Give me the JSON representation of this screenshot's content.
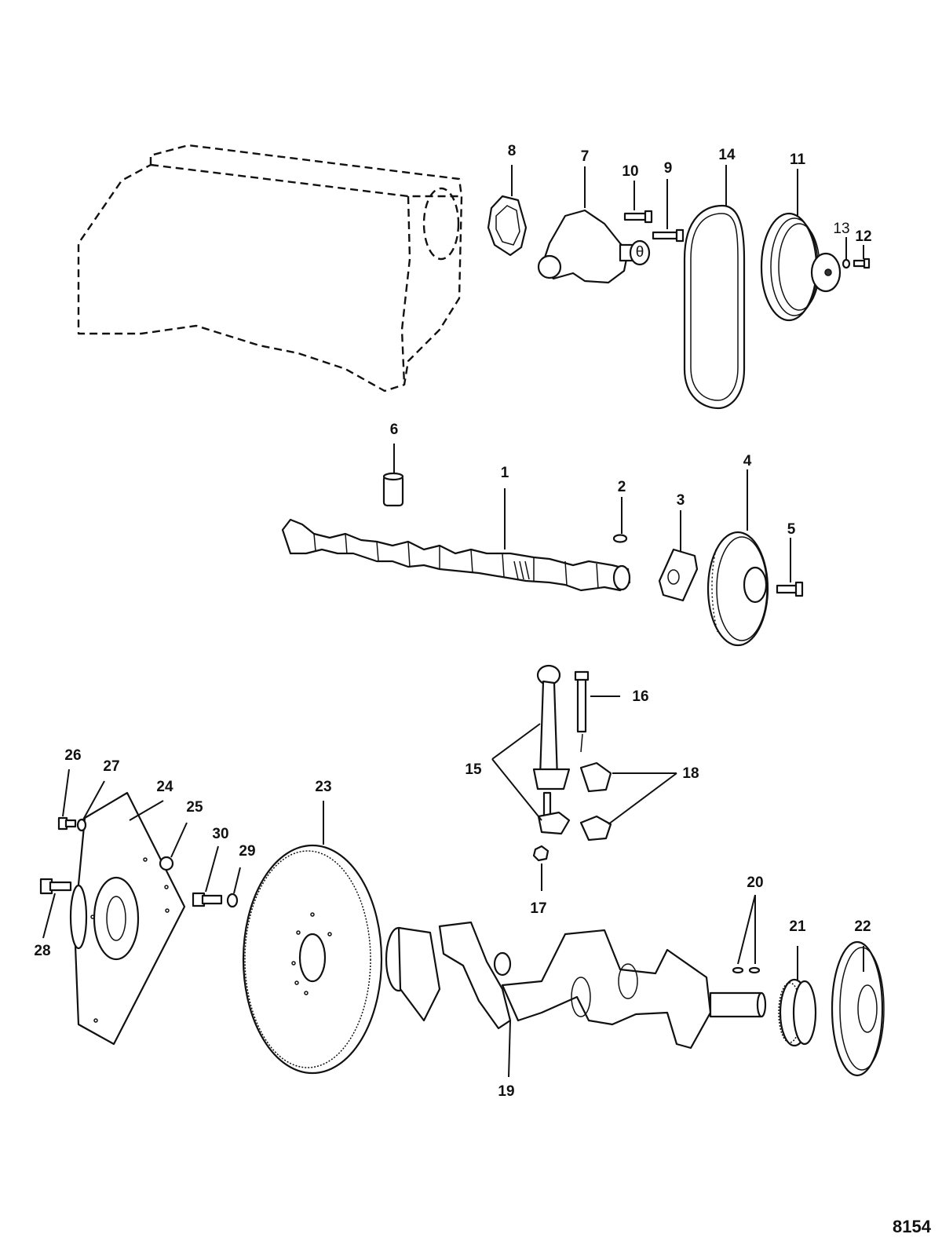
{
  "drawing_number": "8154",
  "callouts": [
    {
      "id": "1",
      "label": "1"
    },
    {
      "id": "2",
      "label": "2"
    },
    {
      "id": "3",
      "label": "3"
    },
    {
      "id": "4",
      "label": "4"
    },
    {
      "id": "5",
      "label": "5"
    },
    {
      "id": "6",
      "label": "6"
    },
    {
      "id": "7",
      "label": "7"
    },
    {
      "id": "8",
      "label": "8"
    },
    {
      "id": "9",
      "label": "9"
    },
    {
      "id": "10",
      "label": "10"
    },
    {
      "id": "11",
      "label": "11"
    },
    {
      "id": "12",
      "label": "12"
    },
    {
      "id": "13",
      "label": "13"
    },
    {
      "id": "14",
      "label": "14"
    },
    {
      "id": "15",
      "label": "15"
    },
    {
      "id": "16",
      "label": "16"
    },
    {
      "id": "17",
      "label": "17"
    },
    {
      "id": "18",
      "label": "18"
    },
    {
      "id": "19",
      "label": "19"
    },
    {
      "id": "20",
      "label": "20"
    },
    {
      "id": "21",
      "label": "21"
    },
    {
      "id": "22",
      "label": "22"
    },
    {
      "id": "23",
      "label": "23"
    },
    {
      "id": "24",
      "label": "24"
    },
    {
      "id": "25",
      "label": "25"
    },
    {
      "id": "26",
      "label": "26"
    },
    {
      "id": "27",
      "label": "27"
    },
    {
      "id": "28",
      "label": "28"
    },
    {
      "id": "29",
      "label": "29"
    },
    {
      "id": "30",
      "label": "30"
    }
  ]
}
